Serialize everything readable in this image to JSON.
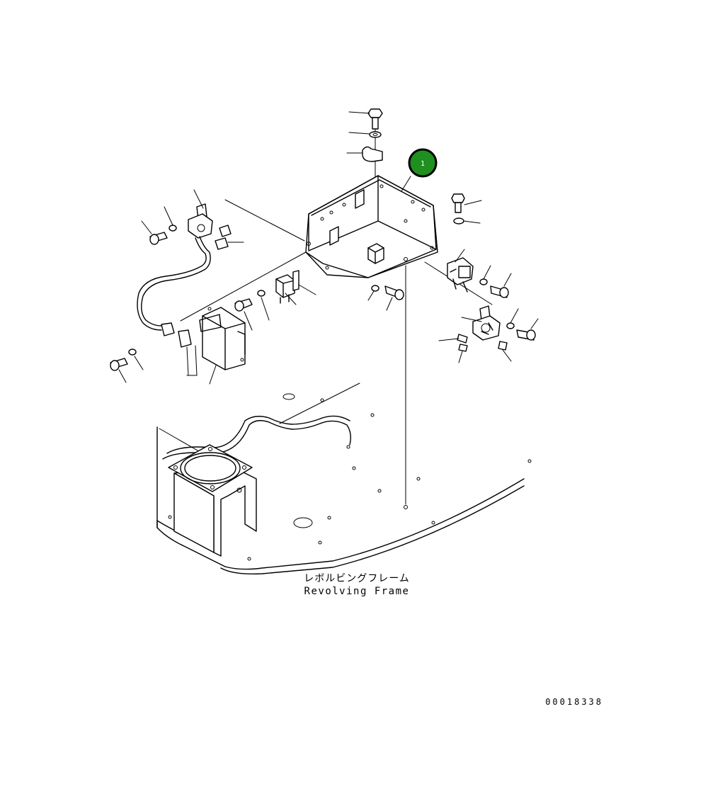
{
  "callout": {
    "number": "1",
    "fill": "#1f8f1f",
    "ring": "#000000"
  },
  "caption": {
    "japanese": "レボルビングフレーム",
    "english": "Revolving Frame"
  },
  "document_number": "00018338"
}
